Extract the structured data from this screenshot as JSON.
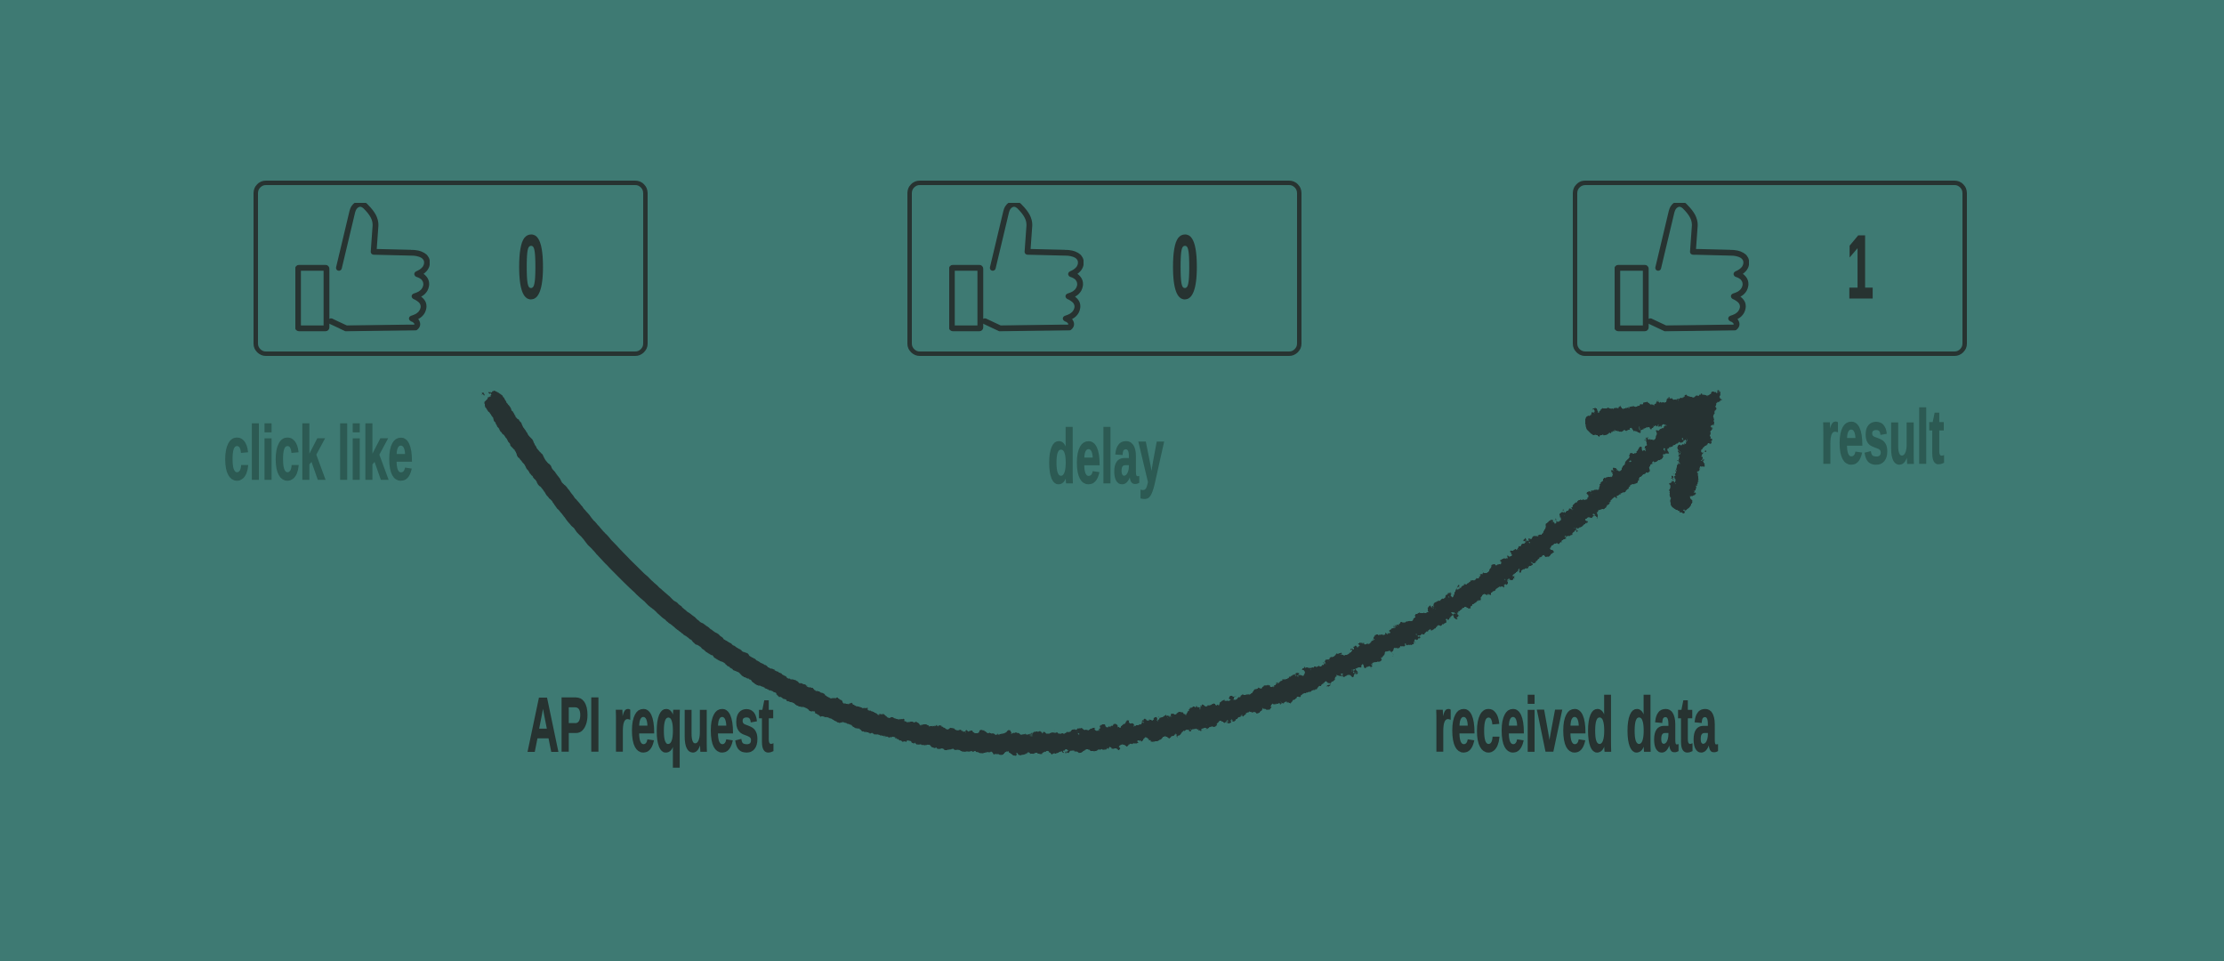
{
  "colors": {
    "background": "#3e7a73",
    "ink": "#273331",
    "label": "#2c5a53"
  },
  "buttons": [
    {
      "count": "0",
      "label": "click like"
    },
    {
      "count": "0",
      "label": "delay"
    },
    {
      "count": "1",
      "label": "result"
    }
  ],
  "arrow": {
    "start_label": "API request",
    "end_label": "received data"
  },
  "icons": {
    "thumb": "thumbs-up-icon",
    "arrow": "curved-arrow-icon"
  }
}
